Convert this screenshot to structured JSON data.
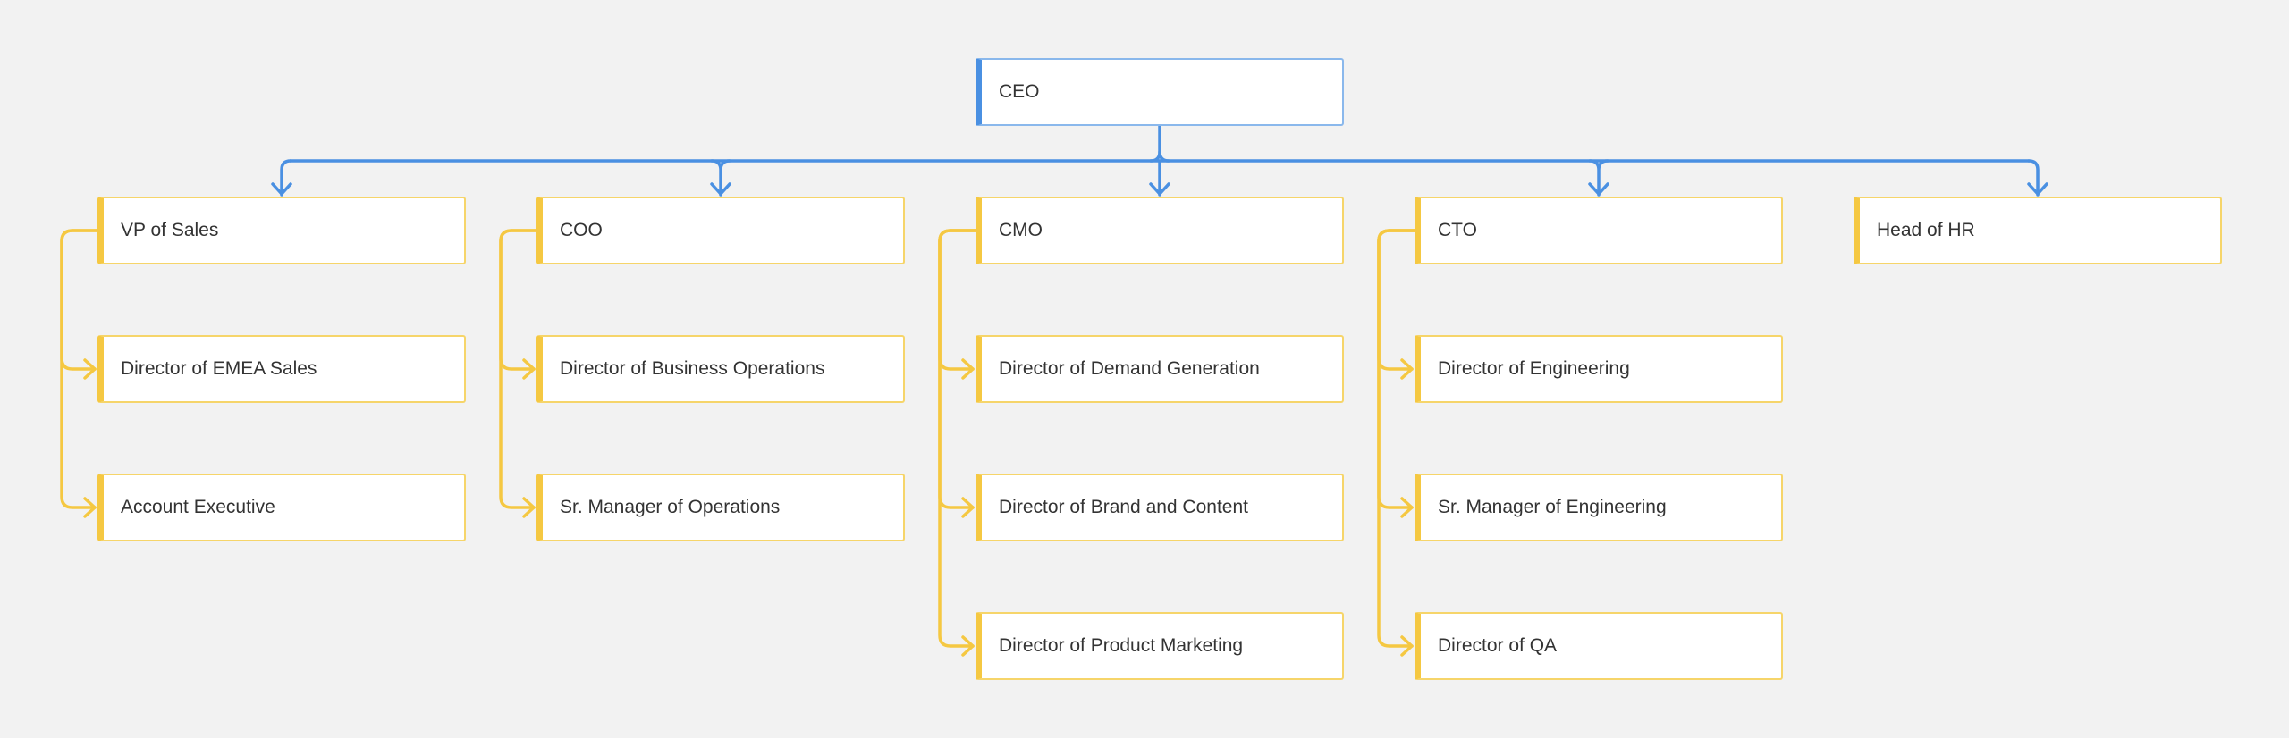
{
  "colors": {
    "background": "#f2f2f2",
    "root_accent": "#4a90e2",
    "child_accent": "#f5c842"
  },
  "org": {
    "root": {
      "id": "ceo",
      "label": "CEO"
    },
    "columns": [
      {
        "head": {
          "id": "vp-of-sales",
          "label": "VP of Sales"
        },
        "reports": [
          {
            "id": "director-of-emea-sales",
            "label": "Director of EMEA Sales"
          },
          {
            "id": "account-executive",
            "label": "Account Executive"
          }
        ]
      },
      {
        "head": {
          "id": "coo",
          "label": "COO"
        },
        "reports": [
          {
            "id": "director-of-business-operations",
            "label": "Director of Business Operations"
          },
          {
            "id": "sr-manager-of-operations",
            "label": "Sr. Manager of Operations"
          }
        ]
      },
      {
        "head": {
          "id": "cmo",
          "label": "CMO"
        },
        "reports": [
          {
            "id": "director-of-demand-generation",
            "label": "Director of Demand Generation"
          },
          {
            "id": "director-of-brand-and-content",
            "label": "Director of Brand and Content"
          },
          {
            "id": "director-of-product-marketing",
            "label": "Director of Product Marketing"
          }
        ]
      },
      {
        "head": {
          "id": "cto",
          "label": "CTO"
        },
        "reports": [
          {
            "id": "director-of-engineering",
            "label": "Director of Engineering"
          },
          {
            "id": "sr-manager-of-engineering",
            "label": "Sr. Manager of Engineering"
          },
          {
            "id": "director-of-qa",
            "label": "Director of QA"
          }
        ]
      },
      {
        "head": {
          "id": "head-of-hr",
          "label": "Head of HR"
        },
        "reports": []
      }
    ]
  }
}
